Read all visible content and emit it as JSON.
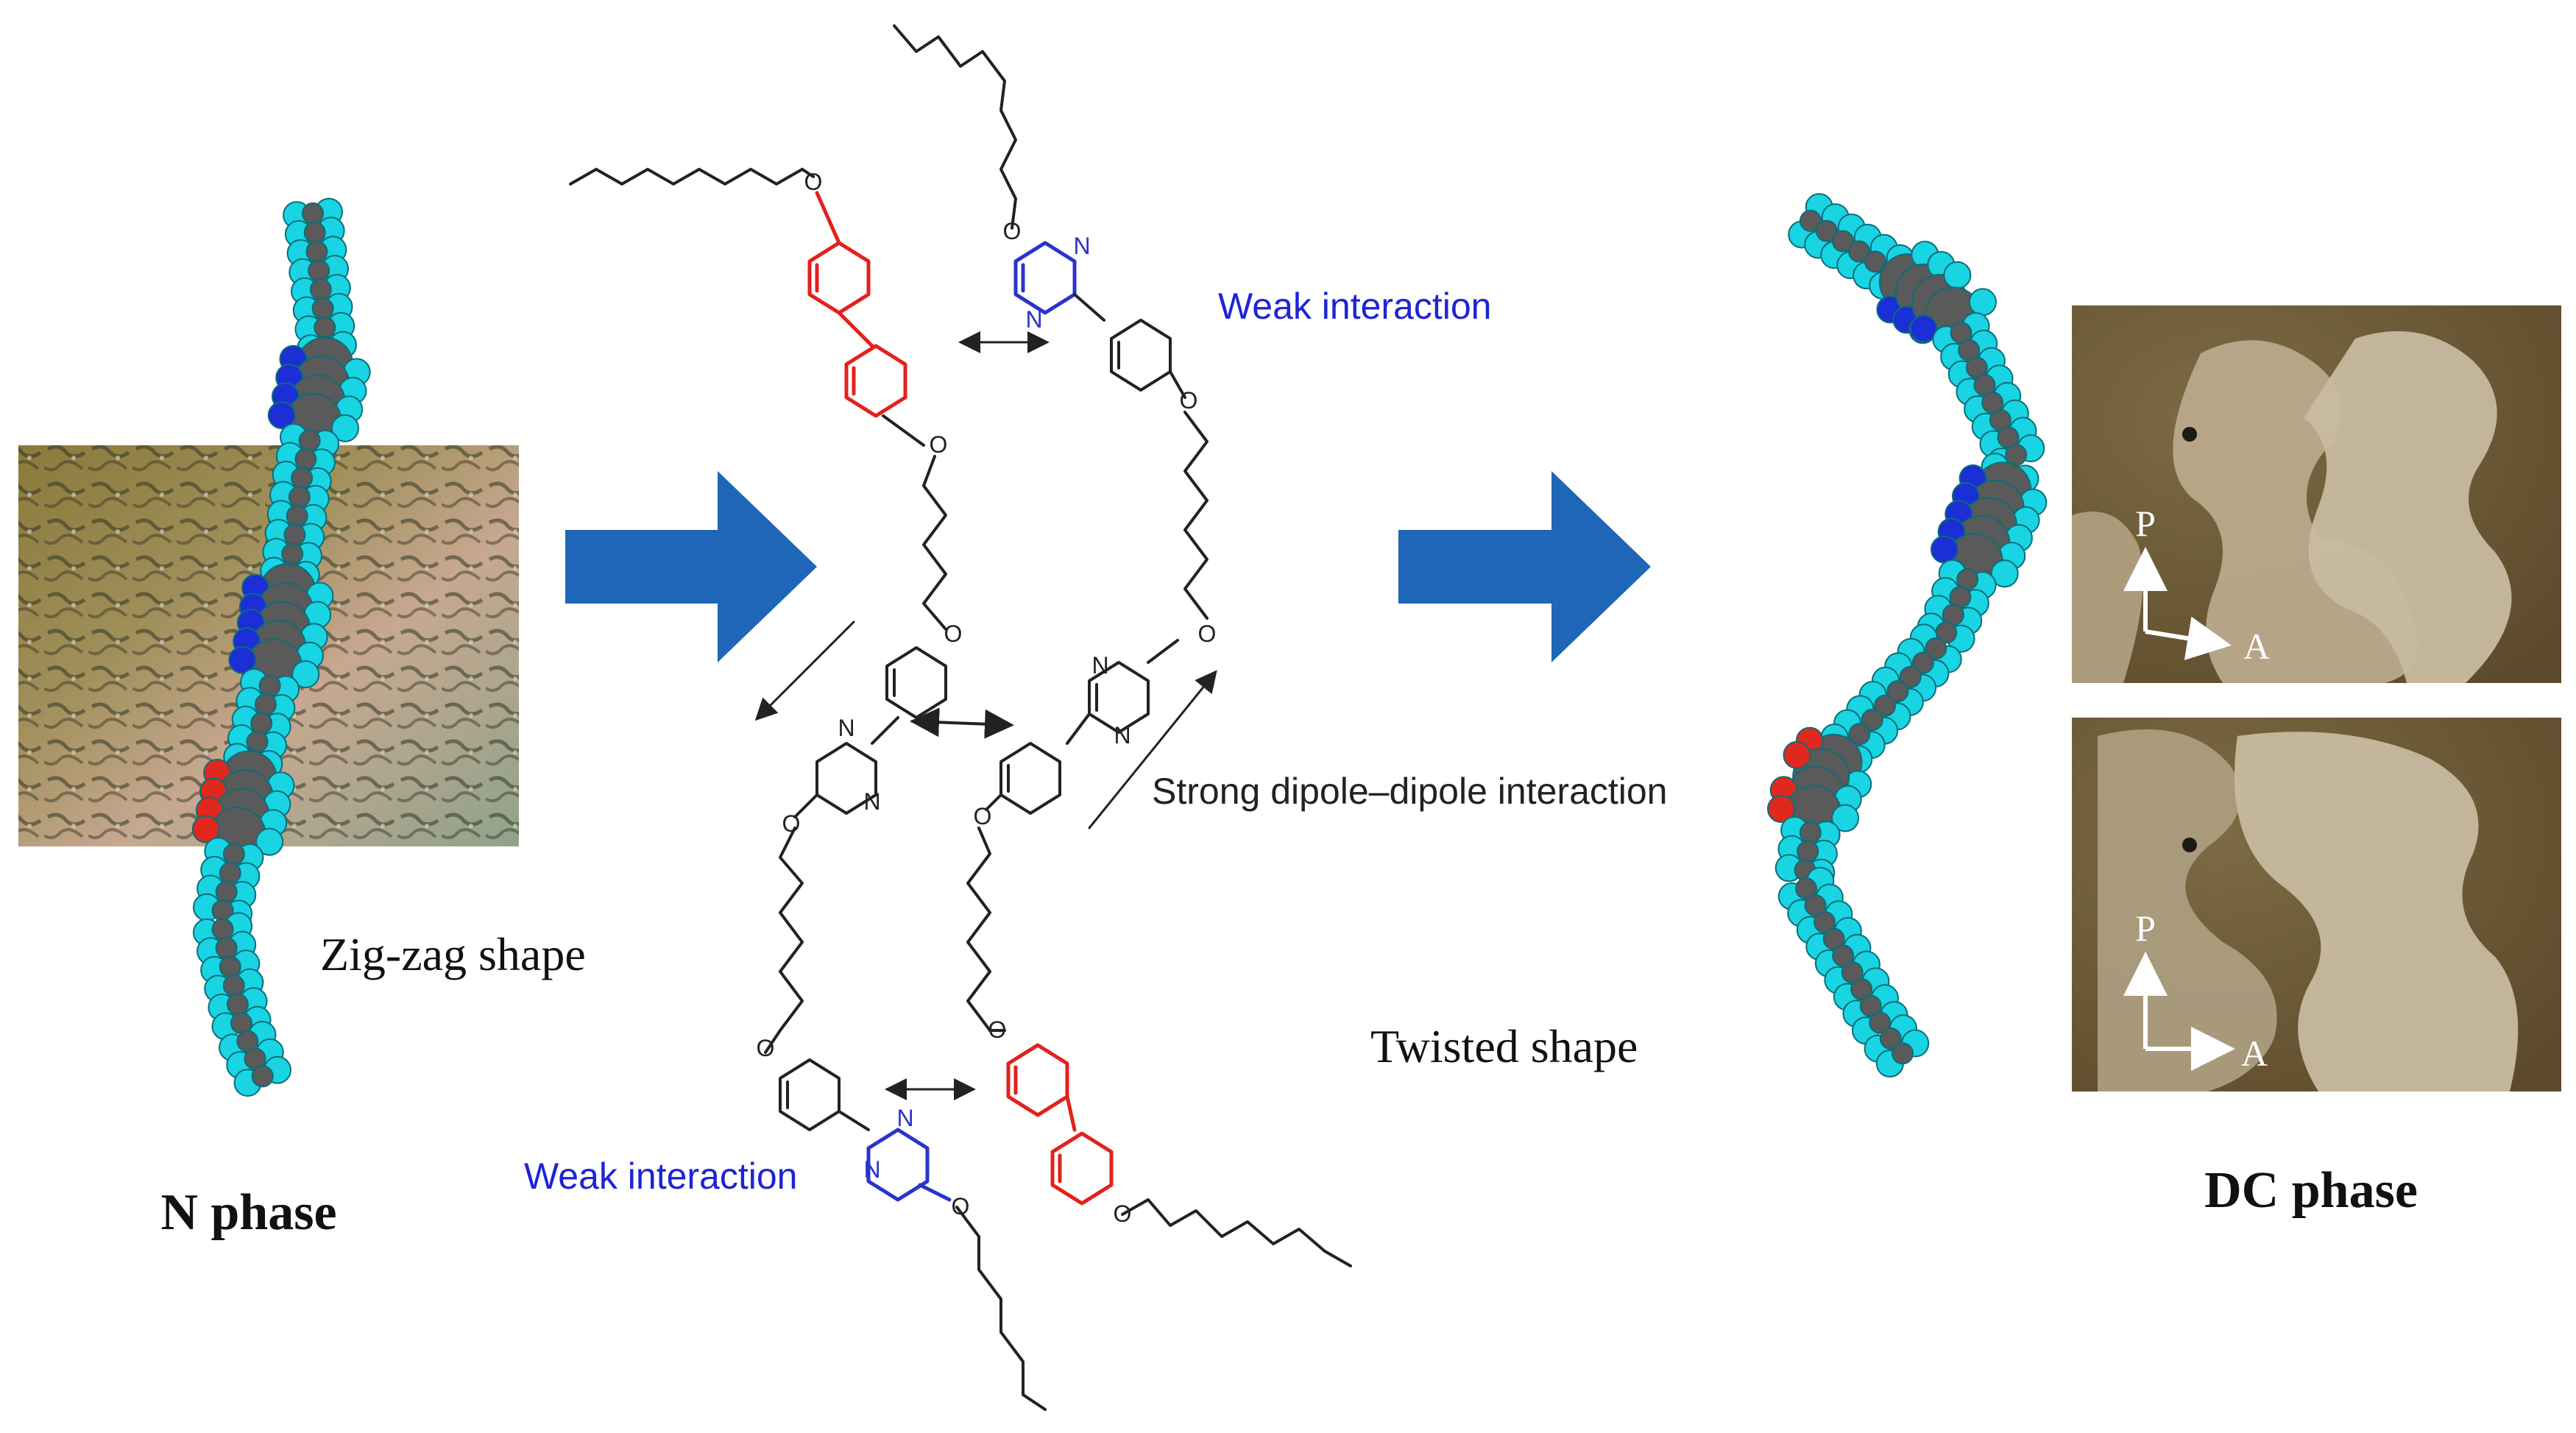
{
  "labels": {
    "n_phase": "N phase",
    "dc_phase": "DC phase",
    "zigzag_shape": "Zig-zag shape",
    "twisted_shape": "Twisted shape",
    "weak_interaction_top": "Weak interaction",
    "weak_interaction_bottom": "Weak interaction",
    "strong_interaction": "Strong dipole–dipole interaction"
  },
  "polarizer_axes": {
    "top": {
      "polarizer": "P",
      "analyzer": "A"
    },
    "bottom": {
      "polarizer": "P",
      "analyzer": "A"
    }
  },
  "atoms": {
    "oxygen": "O",
    "nitrogen": "N"
  },
  "colors": {
    "arrow_blue": "#1f66b8",
    "hydrogen_cyan": "#19d4e3",
    "carbon_gray": "#5a5a5a",
    "oxygen_red": "#e0281e",
    "nitrogen_blue": "#1c2ed6",
    "biphenyl_red": "#e3211c",
    "pyrimidine_blue": "#2b33cc",
    "text_blue": "#1d24d6"
  }
}
